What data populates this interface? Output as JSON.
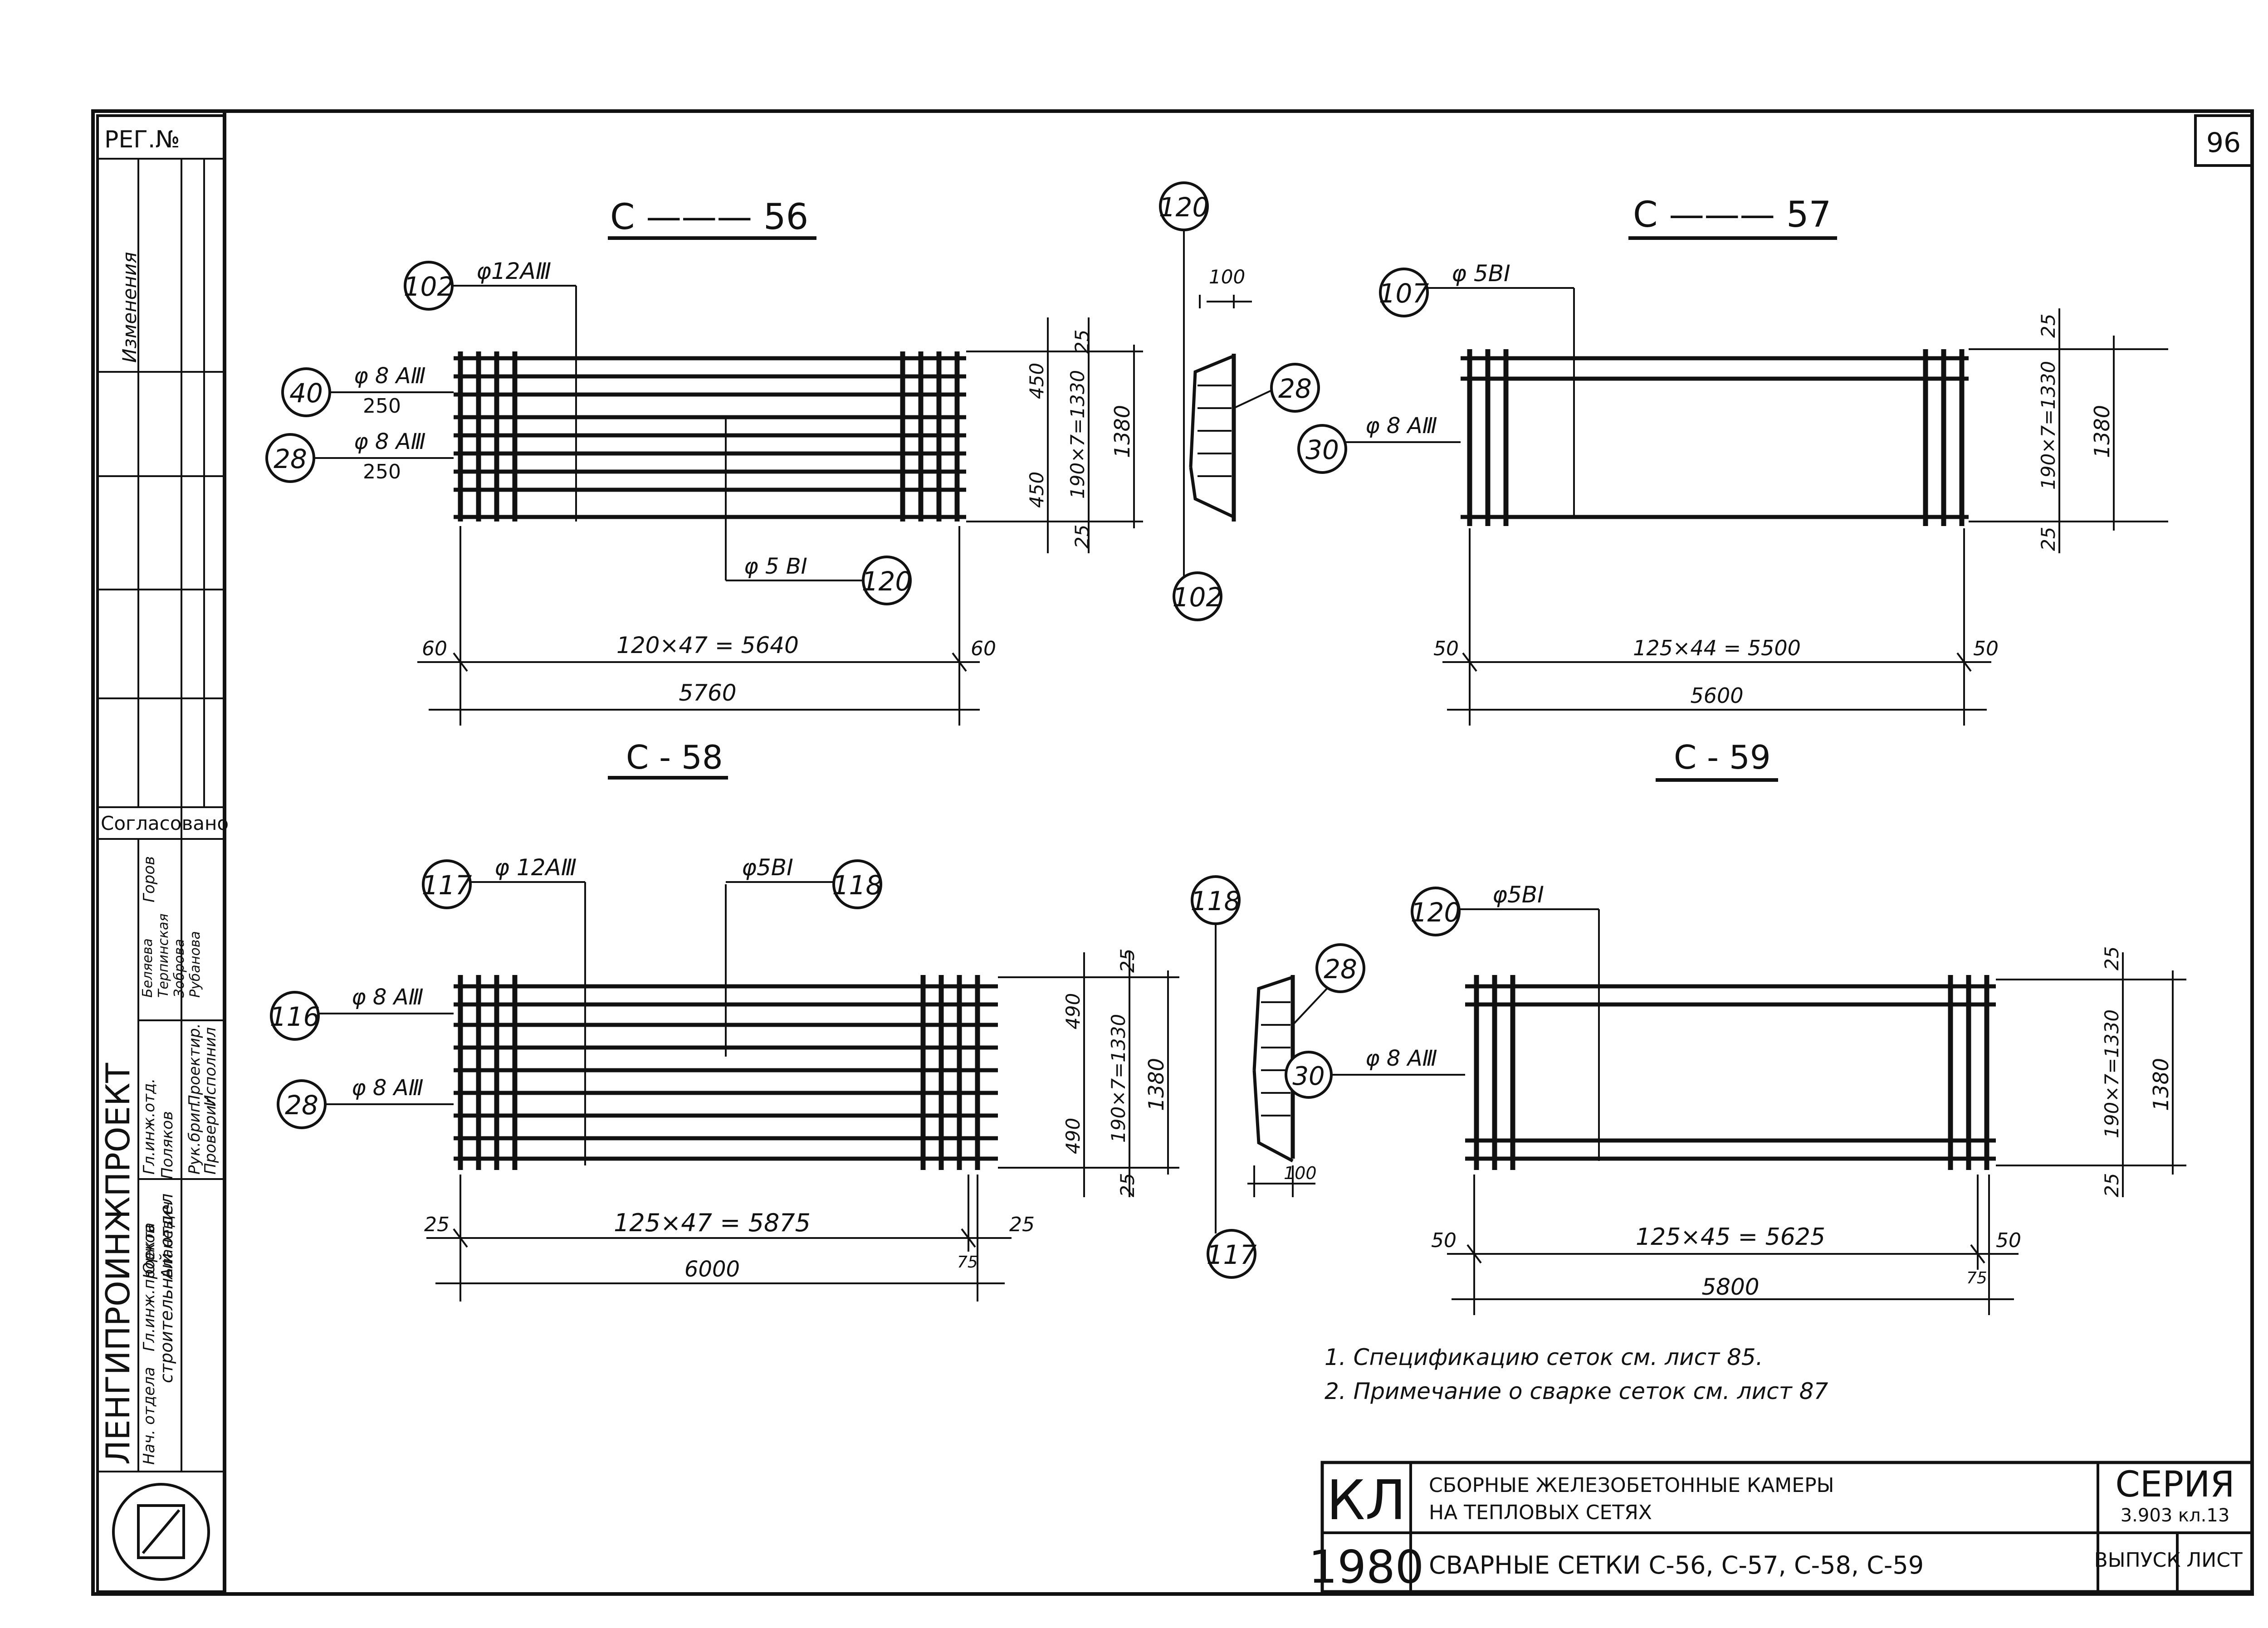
{
  "sheet": {
    "number": "96",
    "series_label": "СЕРИЯ",
    "series_value": "3.903 кл.13",
    "issue_label": "ВЫПУСК",
    "sheet_label": "ЛИСТ",
    "code": "КЛ",
    "year": "1980",
    "title_line1": "СБОРНЫЕ ЖЕЛЕЗОБЕТОННЫЕ КАМЕРЫ",
    "title_line2": "НА ТЕПЛОВЫХ СЕТЯХ",
    "subtitle": "СВАРНЫЕ СЕТКИ С-56, С-57, С-58, С-59"
  },
  "stamp": {
    "reg": "РЕГ.№",
    "changes": "Изменения",
    "approved": "Согласовано",
    "org": "ЛЕНГИПРОИНЖПРОЕКТ",
    "dept": "строительный отдел",
    "roles": [
      "Нач. отдела",
      "Гл.инж.проекта",
      "Гл.инж.отд.",
      "Рук.бриг.",
      "Проектир.",
      "Исполнил",
      "Проверил"
    ],
    "names": [
      "Поляков",
      "Юрков",
      "Аланевич",
      "Горов",
      "Беляева",
      "Терпинская",
      "Зоброва",
      "Рубанова"
    ]
  },
  "notes": [
    "1. Спецификацию сеток см. лист 85.",
    "2. Примечание о сварке сеток см. лист 87"
  ],
  "panels": {
    "c56": {
      "title": "С ——— 56",
      "callouts": {
        "top": "102",
        "left1": "40",
        "left2": "28",
        "bottom": "120",
        "sec_top": "120",
        "sec_bot": "102",
        "sec_side": "28"
      },
      "labels": {
        "top_rod": "φ12АⅢ",
        "left1_rod": "φ 8 АⅢ",
        "left1_spacing": "250",
        "left2_rod": "φ 8 АⅢ",
        "left2_spacing": "250",
        "bottom_rod": "φ 5 ВⅠ",
        "dim_25a": "25",
        "dim_450a": "450",
        "dim_190": "190×7=1330",
        "dim_1380": "1380",
        "dim_450b": "450",
        "dim_25b": "25",
        "dim_60l": "60",
        "dim_main": "120×47 = 5640",
        "dim_60r": "60",
        "dim_total": "5760",
        "sec_dim": "100"
      }
    },
    "c57": {
      "title": "С ——— 57",
      "callouts": {
        "top": "107",
        "left": "30"
      },
      "labels": {
        "top_rod": "φ 5ВⅠ",
        "left_rod": "φ 8 АⅢ",
        "dim_25a": "25",
        "dim_190": "190×7=1330",
        "dim_1380": "1380",
        "dim_25b": "25",
        "dim_50l": "50",
        "dim_main": "125×44 = 5500",
        "dim_50r": "50",
        "dim_total": "5600"
      }
    },
    "c58": {
      "title": "С - 58",
      "callouts": {
        "top1": "117",
        "top2": "118",
        "left1": "116",
        "left2": "28",
        "sec_top": "118",
        "sec_bot": "117",
        "sec_side": "28",
        "sec_left": "30"
      },
      "labels": {
        "top1_rod": "φ 12АⅢ",
        "top2_rod": "φ5ВⅠ",
        "left1_rod": "φ 8 АⅢ",
        "left2_rod": "φ 8 АⅢ",
        "dim_25a": "25",
        "dim_490a": "490",
        "dim_190": "190×7=1330",
        "dim_1380": "1380",
        "dim_490b": "490",
        "dim_25b": "25",
        "dim_25l": "25",
        "dim_main": "125×47 = 5875",
        "dim_25r": "25",
        "dim_75": "75",
        "dim_total": "6000",
        "sec_dim": "100"
      }
    },
    "c59": {
      "title": "С - 59",
      "callouts": {
        "top": "120"
      },
      "labels": {
        "top_rod": "φ5ВⅠ",
        "left_rod": "φ 8 АⅢ",
        "dim_25a": "25",
        "dim_190": "190×7=1330",
        "dim_1380": "1380",
        "dim_25b": "25",
        "dim_50l": "50",
        "dim_main": "125×45 = 5625",
        "dim_50r": "50",
        "dim_75": "75",
        "dim_total": "5800"
      }
    }
  }
}
